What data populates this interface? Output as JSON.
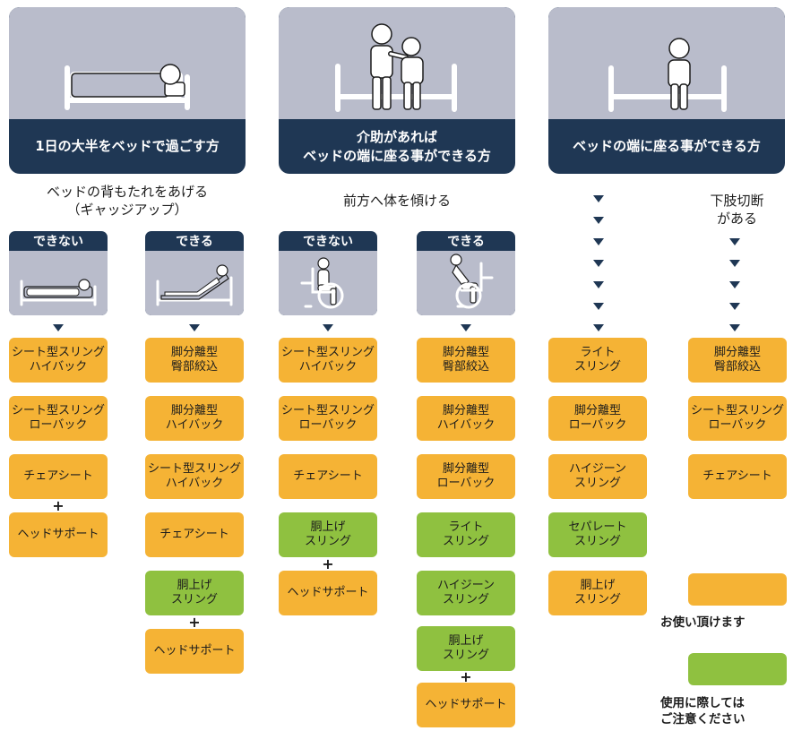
{
  "colors": {
    "navy": "#1f3754",
    "illustration_bg": "#b9bccb",
    "orange": "#f5b335",
    "green": "#8fc140"
  },
  "categories": [
    {
      "title": "1日の大半をベッドで過ごす方",
      "icon": "bed-lying-icon"
    },
    {
      "title": "介助があれば\nベッドの端に座る事ができる方",
      "icon": "assisted-sitting-icon"
    },
    {
      "title": "ベッドの端に座る事ができる方",
      "icon": "sitting-on-bed-icon"
    }
  ],
  "questions": {
    "backrest": "ベッドの背もたれをあげる\n（ギャッジアップ）",
    "lean": "前方へ体を傾ける",
    "amputation": "下肢切断\nがある"
  },
  "options": [
    {
      "label": "できない",
      "icon": "bed-flat-icon"
    },
    {
      "label": "できる",
      "icon": "bed-raised-icon"
    },
    {
      "label": "できない",
      "icon": "wheelchair-upright-icon"
    },
    {
      "label": "できる",
      "icon": "wheelchair-leaning-icon"
    }
  ],
  "columns": [
    {
      "items": [
        {
          "text": "シート型スリング\nハイバック",
          "color": "orange"
        },
        {
          "text": "シート型スリング\nローバック",
          "color": "orange"
        },
        {
          "text": "チェアシート",
          "color": "orange"
        },
        {
          "text": "ヘッドサポート",
          "color": "orange"
        }
      ]
    },
    {
      "items": [
        {
          "text": "脚分離型\n臀部絞込",
          "color": "orange"
        },
        {
          "text": "脚分離型\nハイバック",
          "color": "orange"
        },
        {
          "text": "シート型スリング\nハイバック",
          "color": "orange"
        },
        {
          "text": "チェアシート",
          "color": "orange"
        },
        {
          "text": "胴上げ\nスリング",
          "color": "green"
        },
        {
          "text": "ヘッドサポート",
          "color": "orange"
        }
      ]
    },
    {
      "items": [
        {
          "text": "シート型スリング\nハイバック",
          "color": "orange"
        },
        {
          "text": "シート型スリング\nローバック",
          "color": "orange"
        },
        {
          "text": "チェアシート",
          "color": "orange"
        },
        {
          "text": "胴上げ\nスリング",
          "color": "green"
        },
        {
          "text": "ヘッドサポート",
          "color": "orange"
        }
      ]
    },
    {
      "items": [
        {
          "text": "脚分離型\n臀部絞込",
          "color": "orange"
        },
        {
          "text": "脚分離型\nハイバック",
          "color": "orange"
        },
        {
          "text": "脚分離型\nローバック",
          "color": "orange"
        },
        {
          "text": "ライト\nスリング",
          "color": "green"
        },
        {
          "text": "ハイジーン\nスリング",
          "color": "green"
        },
        {
          "text": "胴上げ\nスリング",
          "color": "green"
        },
        {
          "text": "ヘッドサポート",
          "color": "orange"
        }
      ]
    },
    {
      "items": [
        {
          "text": "ライト\nスリング",
          "color": "orange"
        },
        {
          "text": "脚分離型\nローバック",
          "color": "orange"
        },
        {
          "text": "ハイジーン\nスリング",
          "color": "orange"
        },
        {
          "text": "セパレート\nスリング",
          "color": "green"
        },
        {
          "text": "胴上げ\nスリング",
          "color": "orange"
        }
      ]
    },
    {
      "items": [
        {
          "text": "脚分離型\n臀部絞込",
          "color": "orange"
        },
        {
          "text": "シート型スリング\nローバック",
          "color": "orange"
        },
        {
          "text": "チェアシート",
          "color": "orange"
        }
      ]
    }
  ],
  "connector": "+",
  "legend": {
    "usable": "お使い頂けます",
    "caution": "使用に際しては\nご注意ください"
  }
}
